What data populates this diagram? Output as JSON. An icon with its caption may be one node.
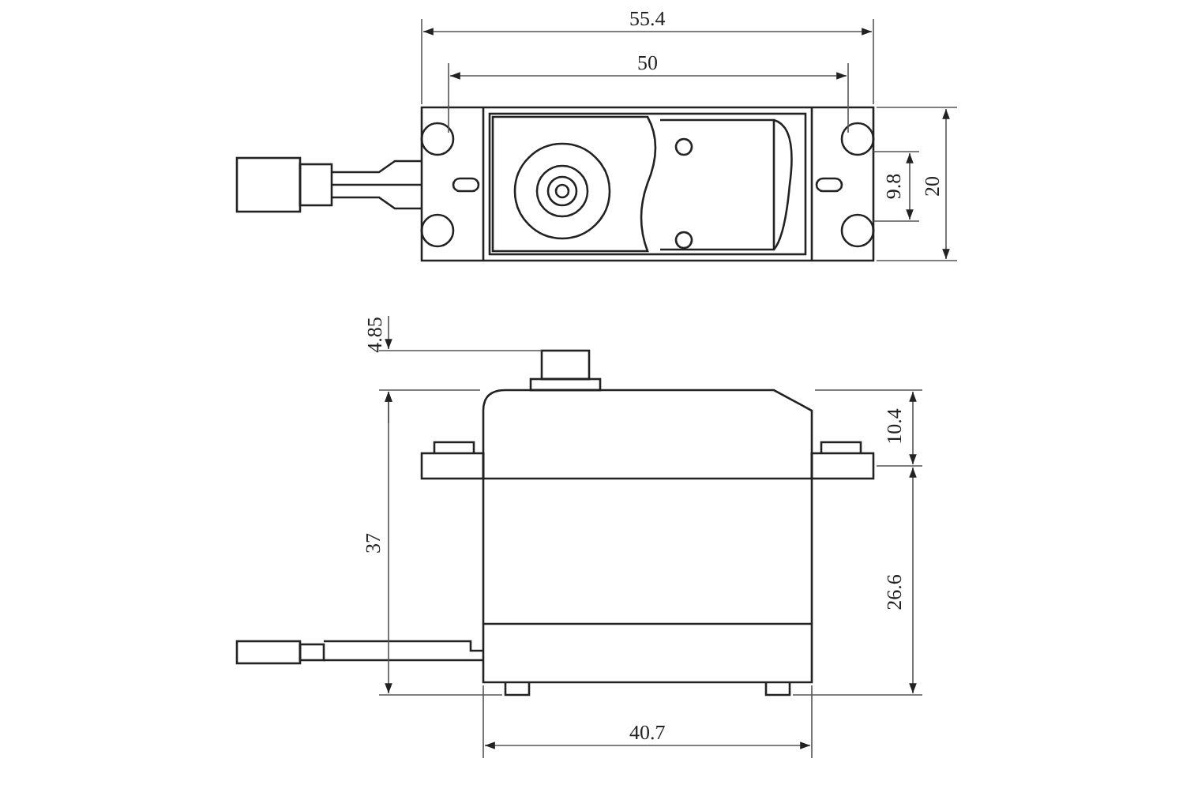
{
  "diagram": {
    "labels": [
      "55.4",
      "50",
      "9.8",
      "20",
      "4.85",
      "10.4",
      "37",
      "26.6",
      "40.7"
    ]
  }
}
